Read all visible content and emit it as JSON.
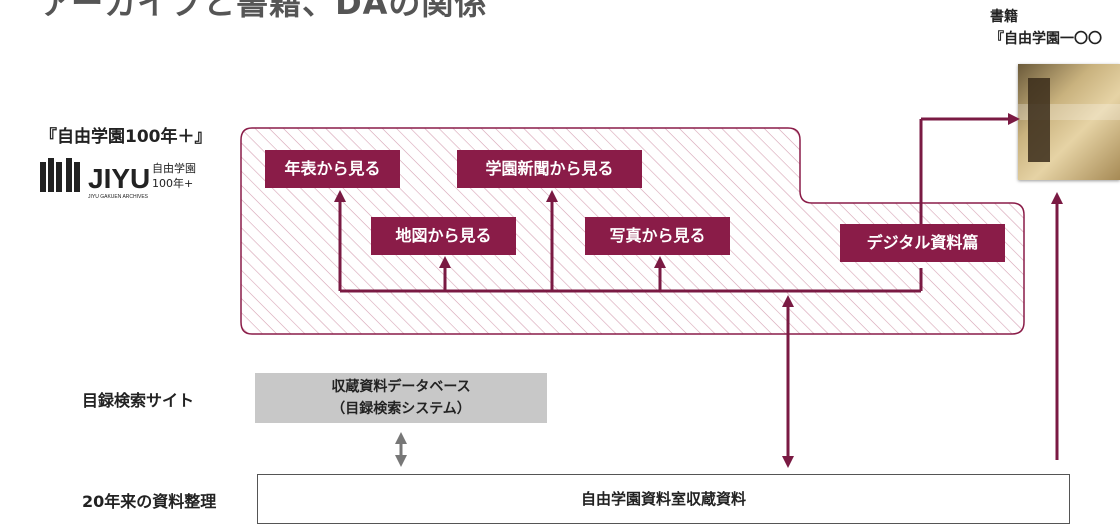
{
  "title": "アーカイブと書籍、DAの関係",
  "book": {
    "label": "書籍",
    "subtitle": "『自由学園一〇〇"
  },
  "site": {
    "name": "『自由学園100年＋』",
    "logo_text": "JIYU",
    "logo_sub1": "自由学園",
    "logo_sub2": "100年+",
    "logo_caption": "JIYU GAKUEN ARCHIVES"
  },
  "views": {
    "chronology": "年表から見る",
    "newspaper": "学園新聞から見る",
    "map": "地図から見る",
    "photo": "写真から見る",
    "digital": "デジタル資料篇"
  },
  "catalog": {
    "label": "目録検索サイト",
    "db_line1": "収蔵資料データベース",
    "db_line2": "（目録検索システム）"
  },
  "archive": {
    "label": "20年来の資料整理",
    "box": "自由学園資料室収蔵資料"
  },
  "colors": {
    "accent": "#8a1c48",
    "arrow": "#7a1a43",
    "db_arrow": "#777777",
    "db_box": "#c8c8c8"
  }
}
